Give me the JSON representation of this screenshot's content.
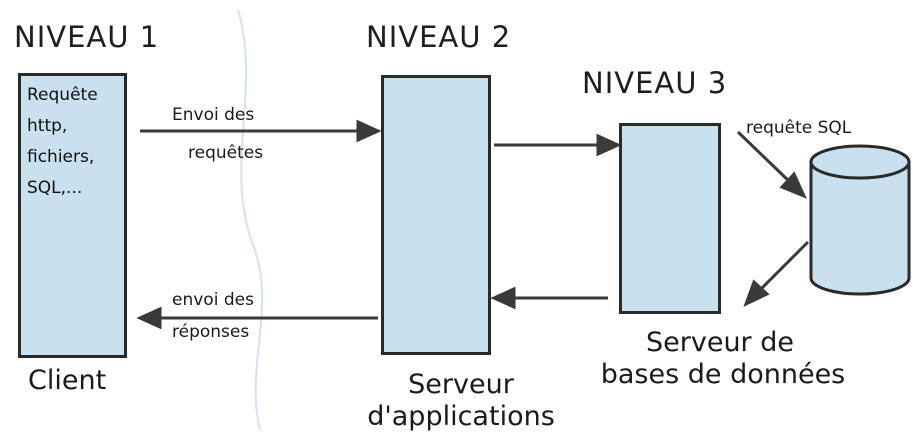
{
  "levels": {
    "level1": "NIVEAU 1",
    "level2": "NIVEAU 2",
    "level3": "NIVEAU 3"
  },
  "client_box": {
    "lines": [
      "Requête",
      "http,",
      "fichiers,",
      "SQL,..."
    ]
  },
  "arrow_labels": {
    "send_requests_line1": "Envoi des",
    "send_requests_line2": "requêtes",
    "send_responses_line1": "envoi des",
    "send_responses_line2": "réponses",
    "sql_request": "requête SQL"
  },
  "captions": {
    "client": "Client",
    "app_server_line1": "Serveur",
    "app_server_line2": "d'applications",
    "db_server_line1": "Serveur de",
    "db_server_line2": "bases de données"
  },
  "colors": {
    "box_fill": "#c9e1ef",
    "outline": "#2a2a2a",
    "separator": "#d3e2f1"
  }
}
